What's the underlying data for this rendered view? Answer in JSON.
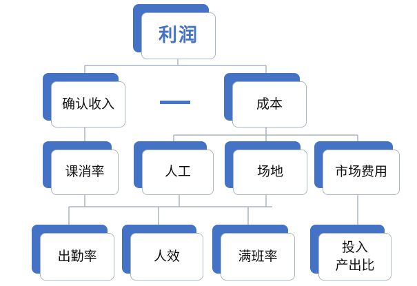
{
  "colors": {
    "accent": "#4472c4",
    "line": "#a9b4c6",
    "text": "#111111"
  },
  "root": {
    "label": "利润"
  },
  "level1": {
    "revenue": "确认收入",
    "cost": "成本",
    "operator": "—"
  },
  "level2": {
    "class_consume_rate": "课消率",
    "labor": "人工",
    "venue": "场地",
    "marketing": "市场费用"
  },
  "level3": {
    "attendance_rate": "出勤率",
    "labor_efficiency": "人效",
    "full_class_rate": "满班率",
    "roi": "投入\n产出比"
  }
}
